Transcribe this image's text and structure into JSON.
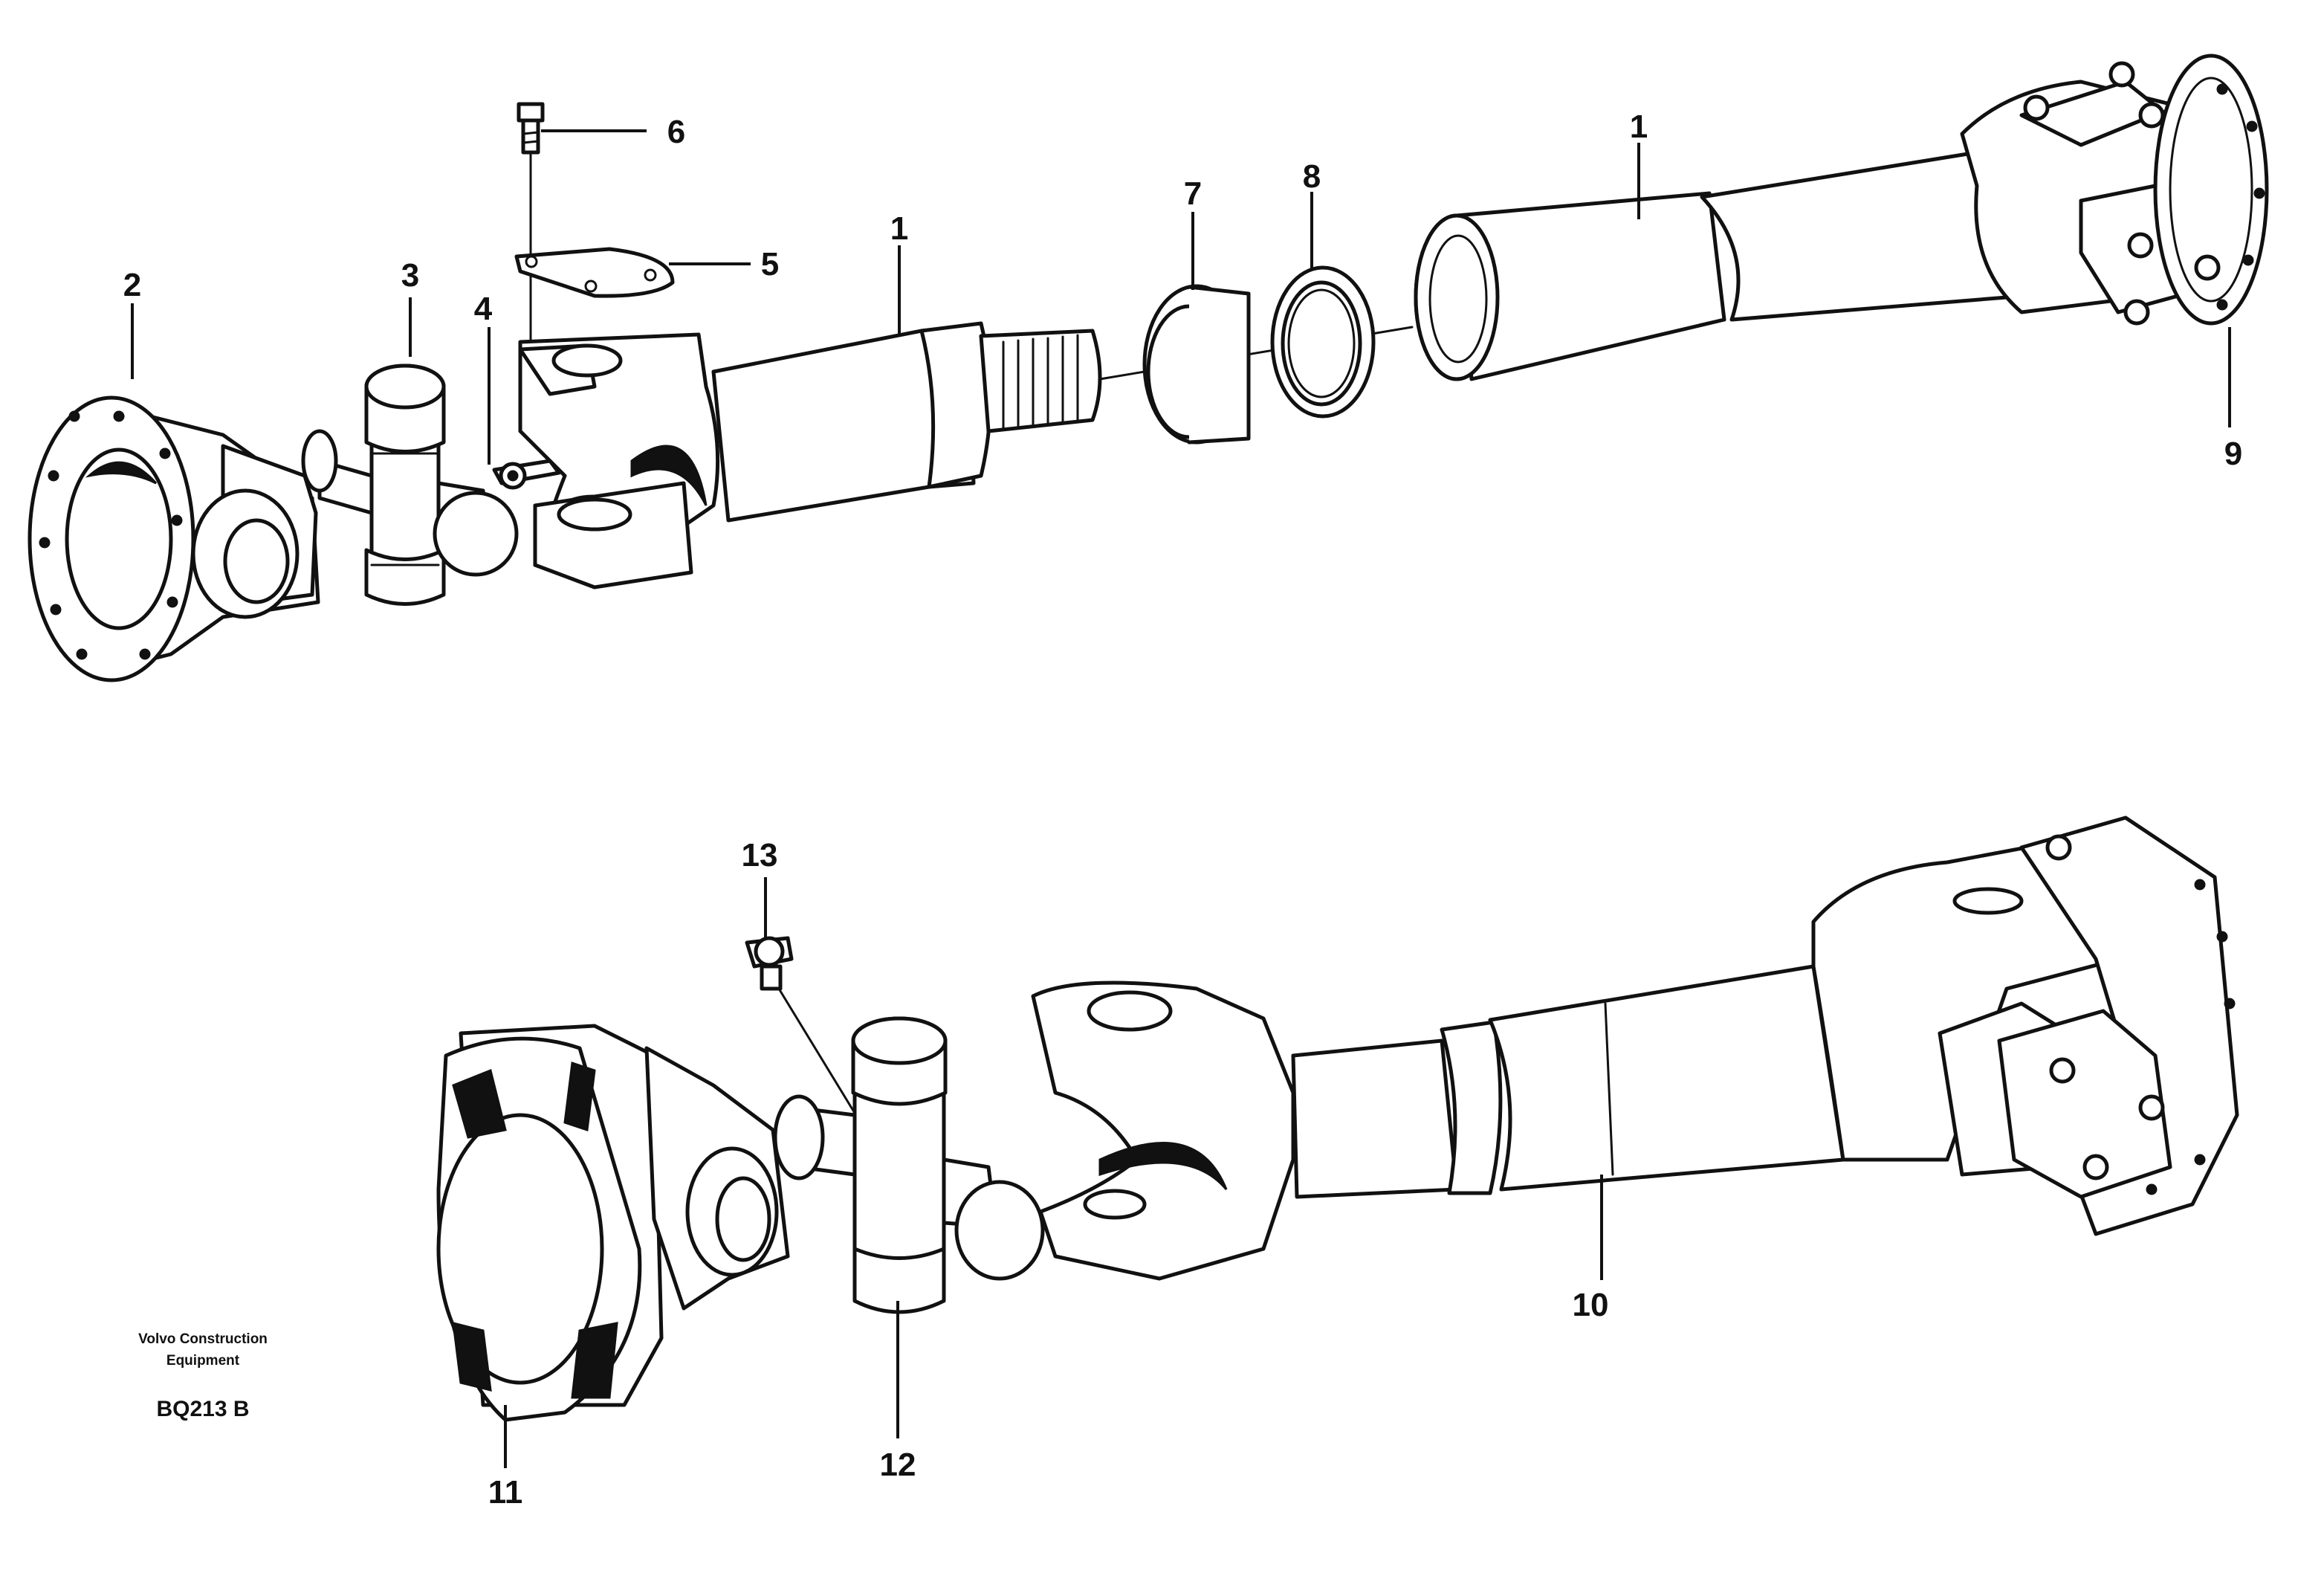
{
  "callouts": {
    "c1a": "1",
    "c1b": "1",
    "c2": "2",
    "c3": "3",
    "c4": "4",
    "c5": "5",
    "c6": "6",
    "c7": "7",
    "c8": "8",
    "c9": "9",
    "c10": "10",
    "c11": "11",
    "c12": "12",
    "c13": "13"
  },
  "footer": {
    "company_line1": "Volvo Construction",
    "company_line2": "Equipment",
    "code": "BQ213 B"
  }
}
